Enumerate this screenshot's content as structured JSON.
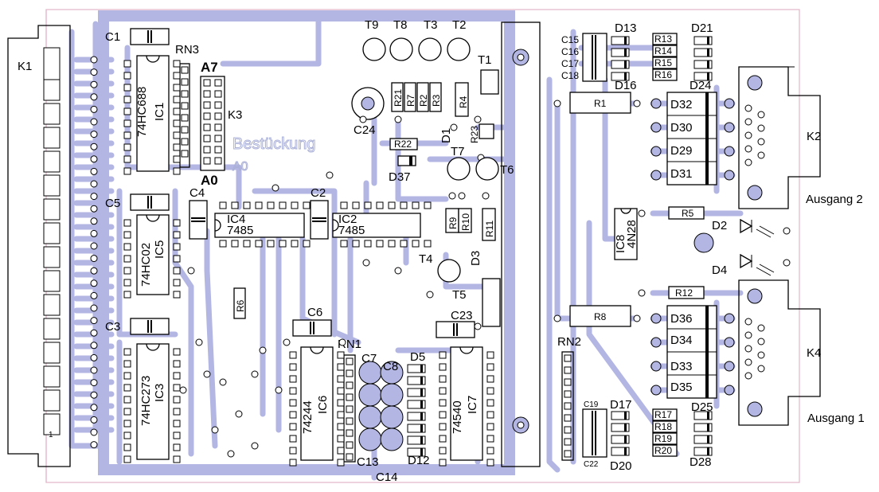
{
  "board": {
    "connectors": {
      "k1": "K1",
      "k1_pin": "1",
      "k2": "K2",
      "k3": "K3",
      "k4": "K4"
    },
    "outputs": {
      "ausgang2": "Ausgang 2",
      "ausgang1": "Ausgang 1"
    },
    "silkscreen": {
      "bestueckung": "Bestückung",
      "a0_ghost": "A0"
    },
    "jumper": {
      "a7": "A7",
      "a0": "A0",
      "rn3": "RN3"
    },
    "ics": {
      "ic1_type": "74HC688",
      "ic1": "IC1",
      "ic5_type": "74HC02",
      "ic5": "IC5",
      "ic3_type": "74HC273",
      "ic3": "IC3",
      "ic4": "IC4",
      "ic4_type": "7485",
      "ic2": "IC2",
      "ic2_type": "7485",
      "ic6_type": "74244",
      "ic6": "IC6",
      "ic7_type": "74540",
      "ic7": "IC7",
      "ic8": "IC8",
      "ic8_type": "4N28"
    },
    "caps": {
      "c1": "C1",
      "c2": "C2",
      "c3": "C3",
      "c4": "C4",
      "c5": "C5",
      "c6": "C6",
      "c7": "C7",
      "c8": "C8",
      "c13": "C13",
      "c14": "C14",
      "c15": "C15",
      "c16": "C16",
      "c17": "C17",
      "c18": "C18",
      "c19": "C19",
      "c22": "C22",
      "c23": "C23",
      "c24": "C24"
    },
    "transistors": {
      "t1": "T1",
      "t2": "T2",
      "t3": "T3",
      "t4": "T4",
      "t5": "T5",
      "t6": "T6",
      "t7": "T7",
      "t8": "T8",
      "t9": "T9"
    },
    "resistors": {
      "r1": "R1",
      "r2": "R2",
      "r3": "R3",
      "r4": "R4",
      "r5": "R5",
      "r6": "R6",
      "r7": "R7",
      "r8": "R8",
      "r9": "R9",
      "r10": "R10",
      "r11": "R11",
      "r12": "R12",
      "r13": "R13",
      "r14": "R14",
      "r15": "R15",
      "r16": "R16",
      "r17": "R17",
      "r18": "R18",
      "r19": "R19",
      "r20": "R20",
      "r21": "R21",
      "r22": "R22",
      "r23": "R23",
      "rn1": "RN1",
      "rn2": "RN2"
    },
    "diodes": {
      "d1": "D1",
      "d2": "D2",
      "d3": "D3",
      "d4": "D4",
      "d5": "D5",
      "d12": "D12",
      "d13": "D13",
      "d16": "D16",
      "d17": "D17",
      "d20": "D20",
      "d21": "D21",
      "d24": "D24",
      "d25": "D25",
      "d28": "D28",
      "d29": "D29",
      "d30": "D30",
      "d31": "D31",
      "d32": "D32",
      "d33": "D33",
      "d34": "D34",
      "d35": "D35",
      "d36": "D36",
      "d37": "D37"
    }
  }
}
